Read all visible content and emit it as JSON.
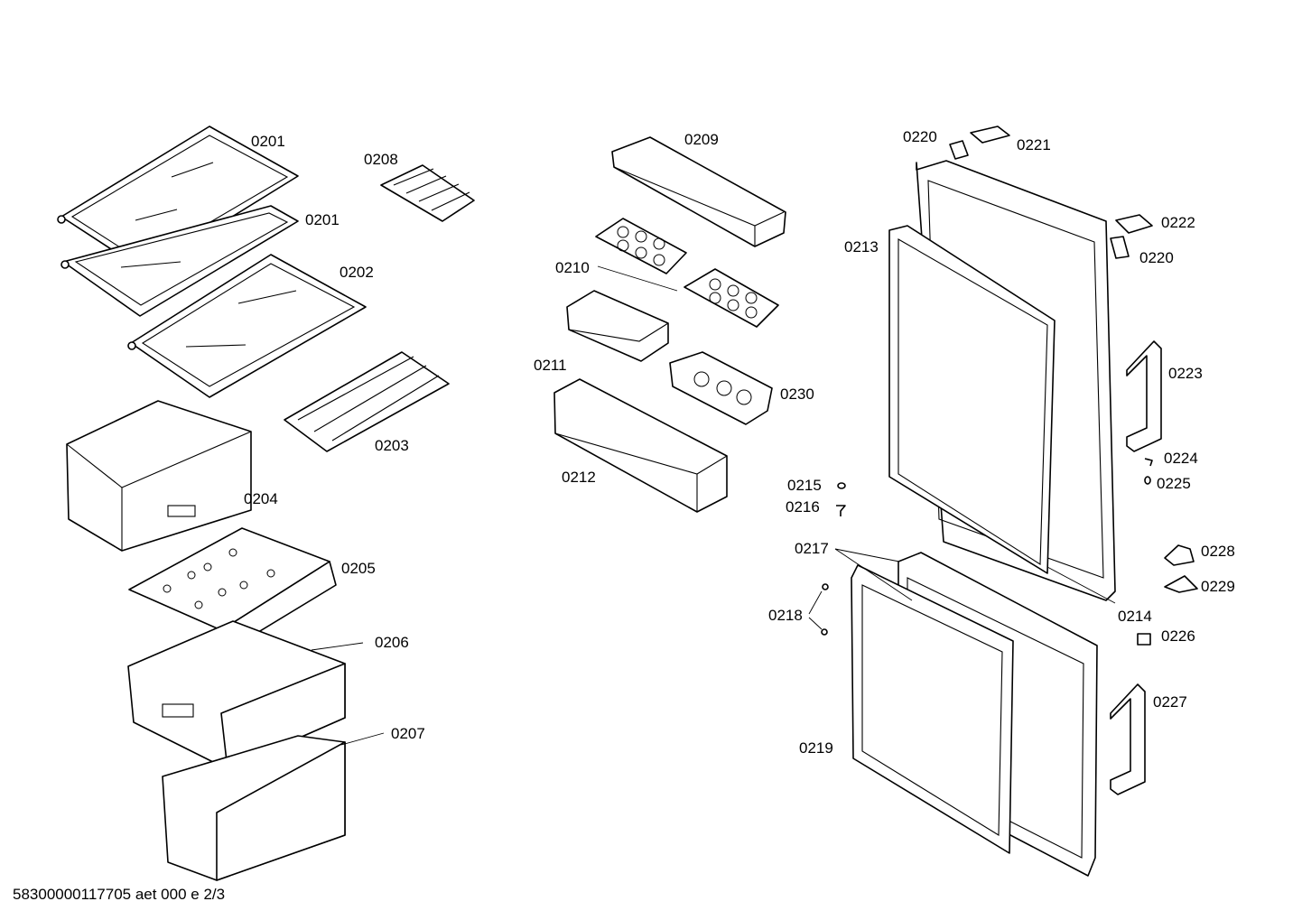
{
  "footer": "58300000117705 aet 000 e 2/3",
  "labels": {
    "l0201a": "0201",
    "l0201b": "0201",
    "l0202": "0202",
    "l0203": "0203",
    "l0204": "0204",
    "l0205": "0205",
    "l0206": "0206",
    "l0207": "0207",
    "l0208": "0208",
    "l0209": "0209",
    "l0210": "0210",
    "l0211": "0211",
    "l0212": "0212",
    "l0213": "0213",
    "l0214": "0214",
    "l0215": "0215",
    "l0216": "0216",
    "l0217": "0217",
    "l0218": "0218",
    "l0219": "0219",
    "l0220a": "0220",
    "l0220b": "0220",
    "l0221": "0221",
    "l0222": "0222",
    "l0223": "0223",
    "l0224": "0224",
    "l0225": "0225",
    "l0226": "0226",
    "l0227": "0227",
    "l0228": "0228",
    "l0229": "0229",
    "l0230": "0230"
  }
}
